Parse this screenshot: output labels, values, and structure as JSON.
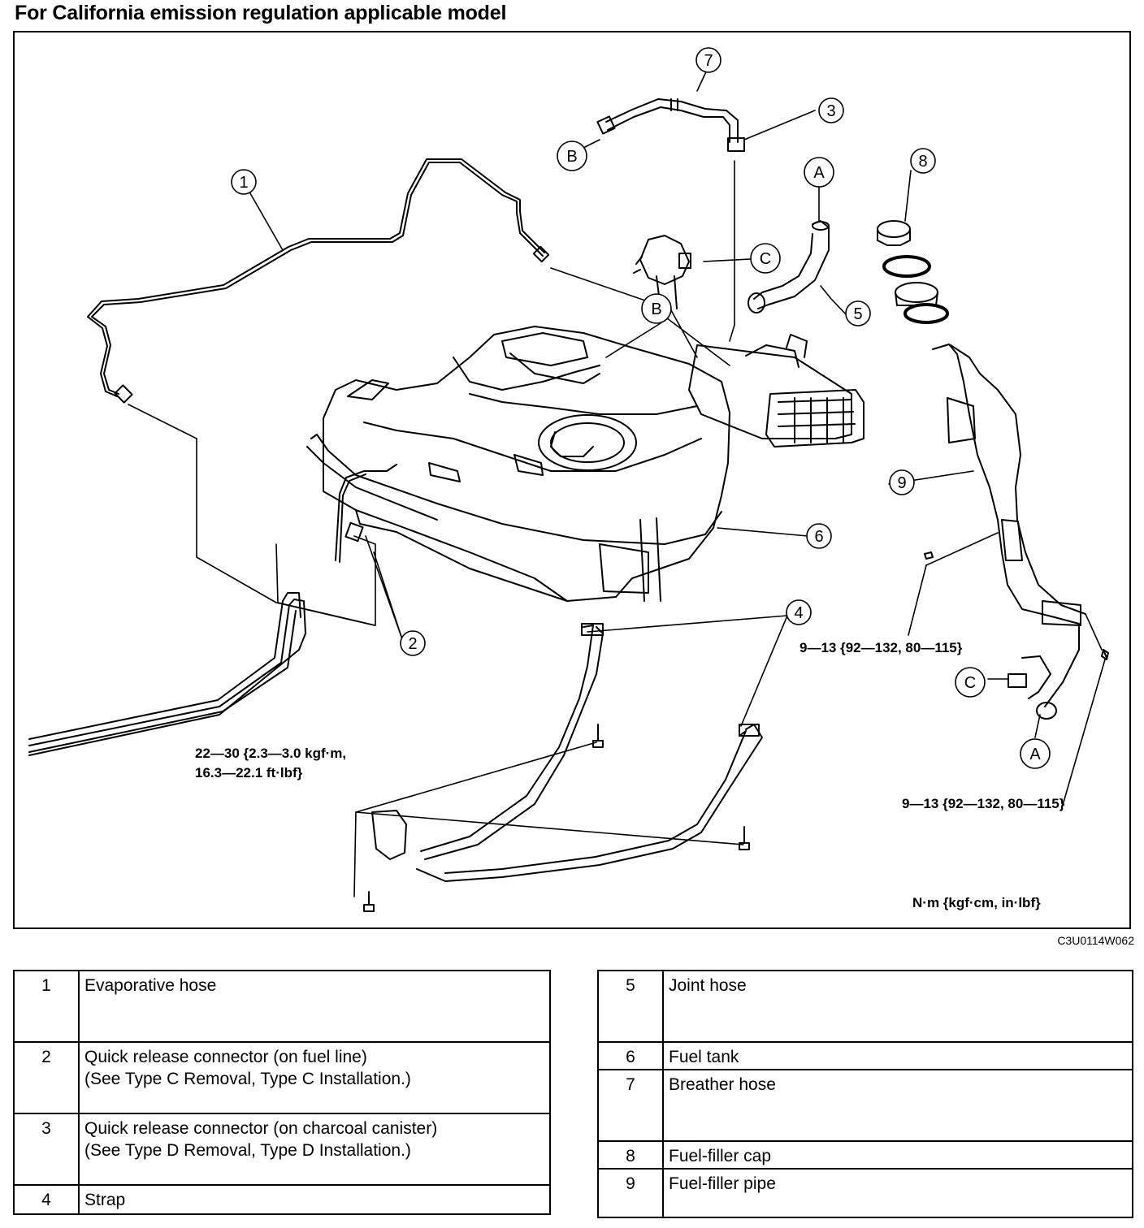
{
  "title": "For California emission regulation applicable model",
  "figure_code": "C3U0114W062",
  "units_note": "N·m {kgf·cm, in·lbf}",
  "torque_specs": {
    "strap_bolts_line1": "22—30 {2.3—3.0 kgf·m,",
    "strap_bolts_line2": "16.3—22.1 ft·lbf}",
    "filler_pipe_upper": "9—13 {92—132, 80—115}",
    "filler_pipe_lower": "9—13 {92—132, 80—115}"
  },
  "callouts": [
    "1",
    "2",
    "3",
    "4",
    "5",
    "6",
    "7",
    "8",
    "9"
  ],
  "connection_letters": {
    "a": "A",
    "b": "B",
    "c": "C"
  },
  "legend_left": [
    {
      "no": "1",
      "lines": [
        "Evaporative hose"
      ]
    },
    {
      "no": "2",
      "lines": [
        "Quick release connector (on fuel line)",
        "(See Type C Removal, Type C Installation.)"
      ]
    },
    {
      "no": "3",
      "lines": [
        "Quick release connector (on charcoal canister)",
        "(See Type D Removal, Type D Installation.)"
      ]
    },
    {
      "no": "4",
      "lines": [
        "Strap"
      ]
    }
  ],
  "legend_right": [
    {
      "no": "5",
      "lines": [
        "Joint hose"
      ]
    },
    {
      "no": "6",
      "lines": [
        "Fuel tank"
      ]
    },
    {
      "no": "7",
      "lines": [
        "Breather hose"
      ]
    },
    {
      "no": "8",
      "lines": [
        "Fuel-filler cap"
      ]
    },
    {
      "no": "9",
      "lines": [
        "Fuel-filler pipe"
      ]
    }
  ]
}
